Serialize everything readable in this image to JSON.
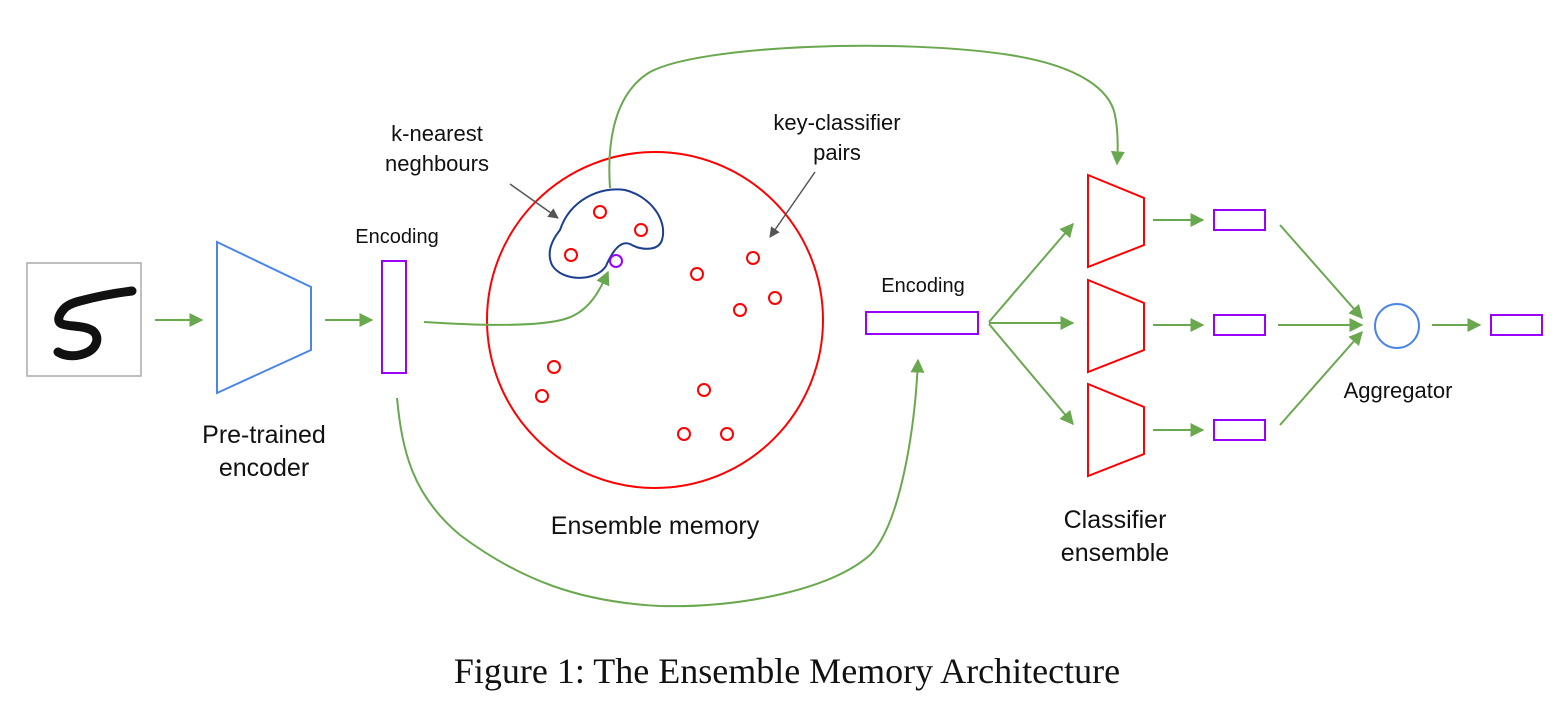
{
  "labels": {
    "pretrained_encoder_line1": "Pre-trained",
    "pretrained_encoder_line2": "encoder",
    "encoding_left": "Encoding",
    "knn_line1": "k-nearest",
    "knn_line2": "neghbours",
    "key_classifier_line1": "key-classifier",
    "key_classifier_line2": "pairs",
    "ensemble_memory": "Ensemble memory",
    "encoding_right": "Encoding",
    "classifier_ensemble_line1": "Classifier",
    "classifier_ensemble_line2": "ensemble",
    "aggregator": "Aggregator"
  },
  "caption": "Figure 1: The Ensemble Memory Architecture",
  "input_digit": "5",
  "colors": {
    "arrow": "#6aa84f",
    "encoder": "#4a86e8",
    "encoding": "#9900ff",
    "memory": "#ff0000",
    "knn_outline": "#1c3f8f",
    "aggregator": "#4a86e8",
    "pointer": "#555555"
  },
  "icons": {
    "input_image": "handwritten-digit-image",
    "encoder": "trapezoid-encoder",
    "classifier": "trapezoid-classifier",
    "aggregator": "circle-aggregator"
  }
}
